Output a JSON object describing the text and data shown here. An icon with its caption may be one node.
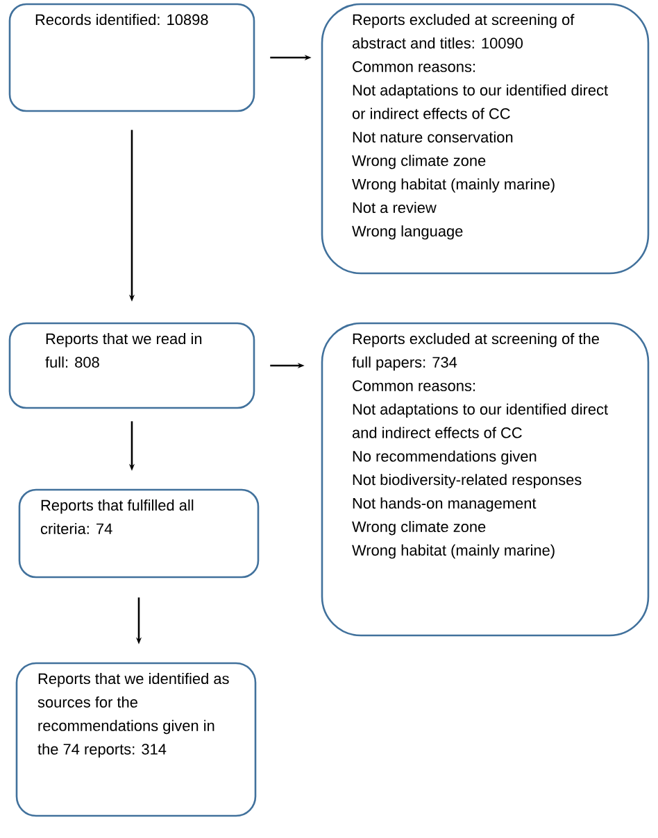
{
  "diagram": {
    "nodes": [
      {
        "text": [
          "Records identified: 10898"
        ]
      },
      {
        "text": [
          "Reports excluded at screening of abstract and titles: 10090",
          "Common reasons:",
          "Not adaptations to our identified direct or indirect effects of CC",
          "Not nature conservation",
          "Wrong climate zone",
          "Wrong habitat (mainly marine)",
          "Not a review",
          "Wrong language"
        ]
      },
      {
        "text": [
          "Reports that we read in full: 808"
        ]
      },
      {
        "text": [
          "Reports that fulfilled all criteria: 74"
        ]
      },
      {
        "text": [
          "Reports excluded at screening of the full papers: 734",
          "Common reasons:",
          "Not adaptations to our identified direct and indirect effects of CC",
          "No recommendations given",
          "Not biodiversity-related responses",
          "Not hands-on management",
          "Wrong climate zone",
          "Wrong habitat (mainly marine)"
        ]
      },
      {
        "text": [
          "Reports that we identified as sources for the recommendations given in the 74 reports: 314"
        ]
      }
    ],
    "edges": [
      {
        "from": 0,
        "to": 1,
        "arrow": "to"
      },
      {
        "from": 0,
        "to": 2,
        "arrow": "to"
      },
      {
        "from": 2,
        "to": 3,
        "arrow": "to"
      },
      {
        "from": 2,
        "to": 4,
        "arrow": "to"
      },
      {
        "from": 3,
        "to": 5,
        "arrow": "to"
      }
    ]
  }
}
